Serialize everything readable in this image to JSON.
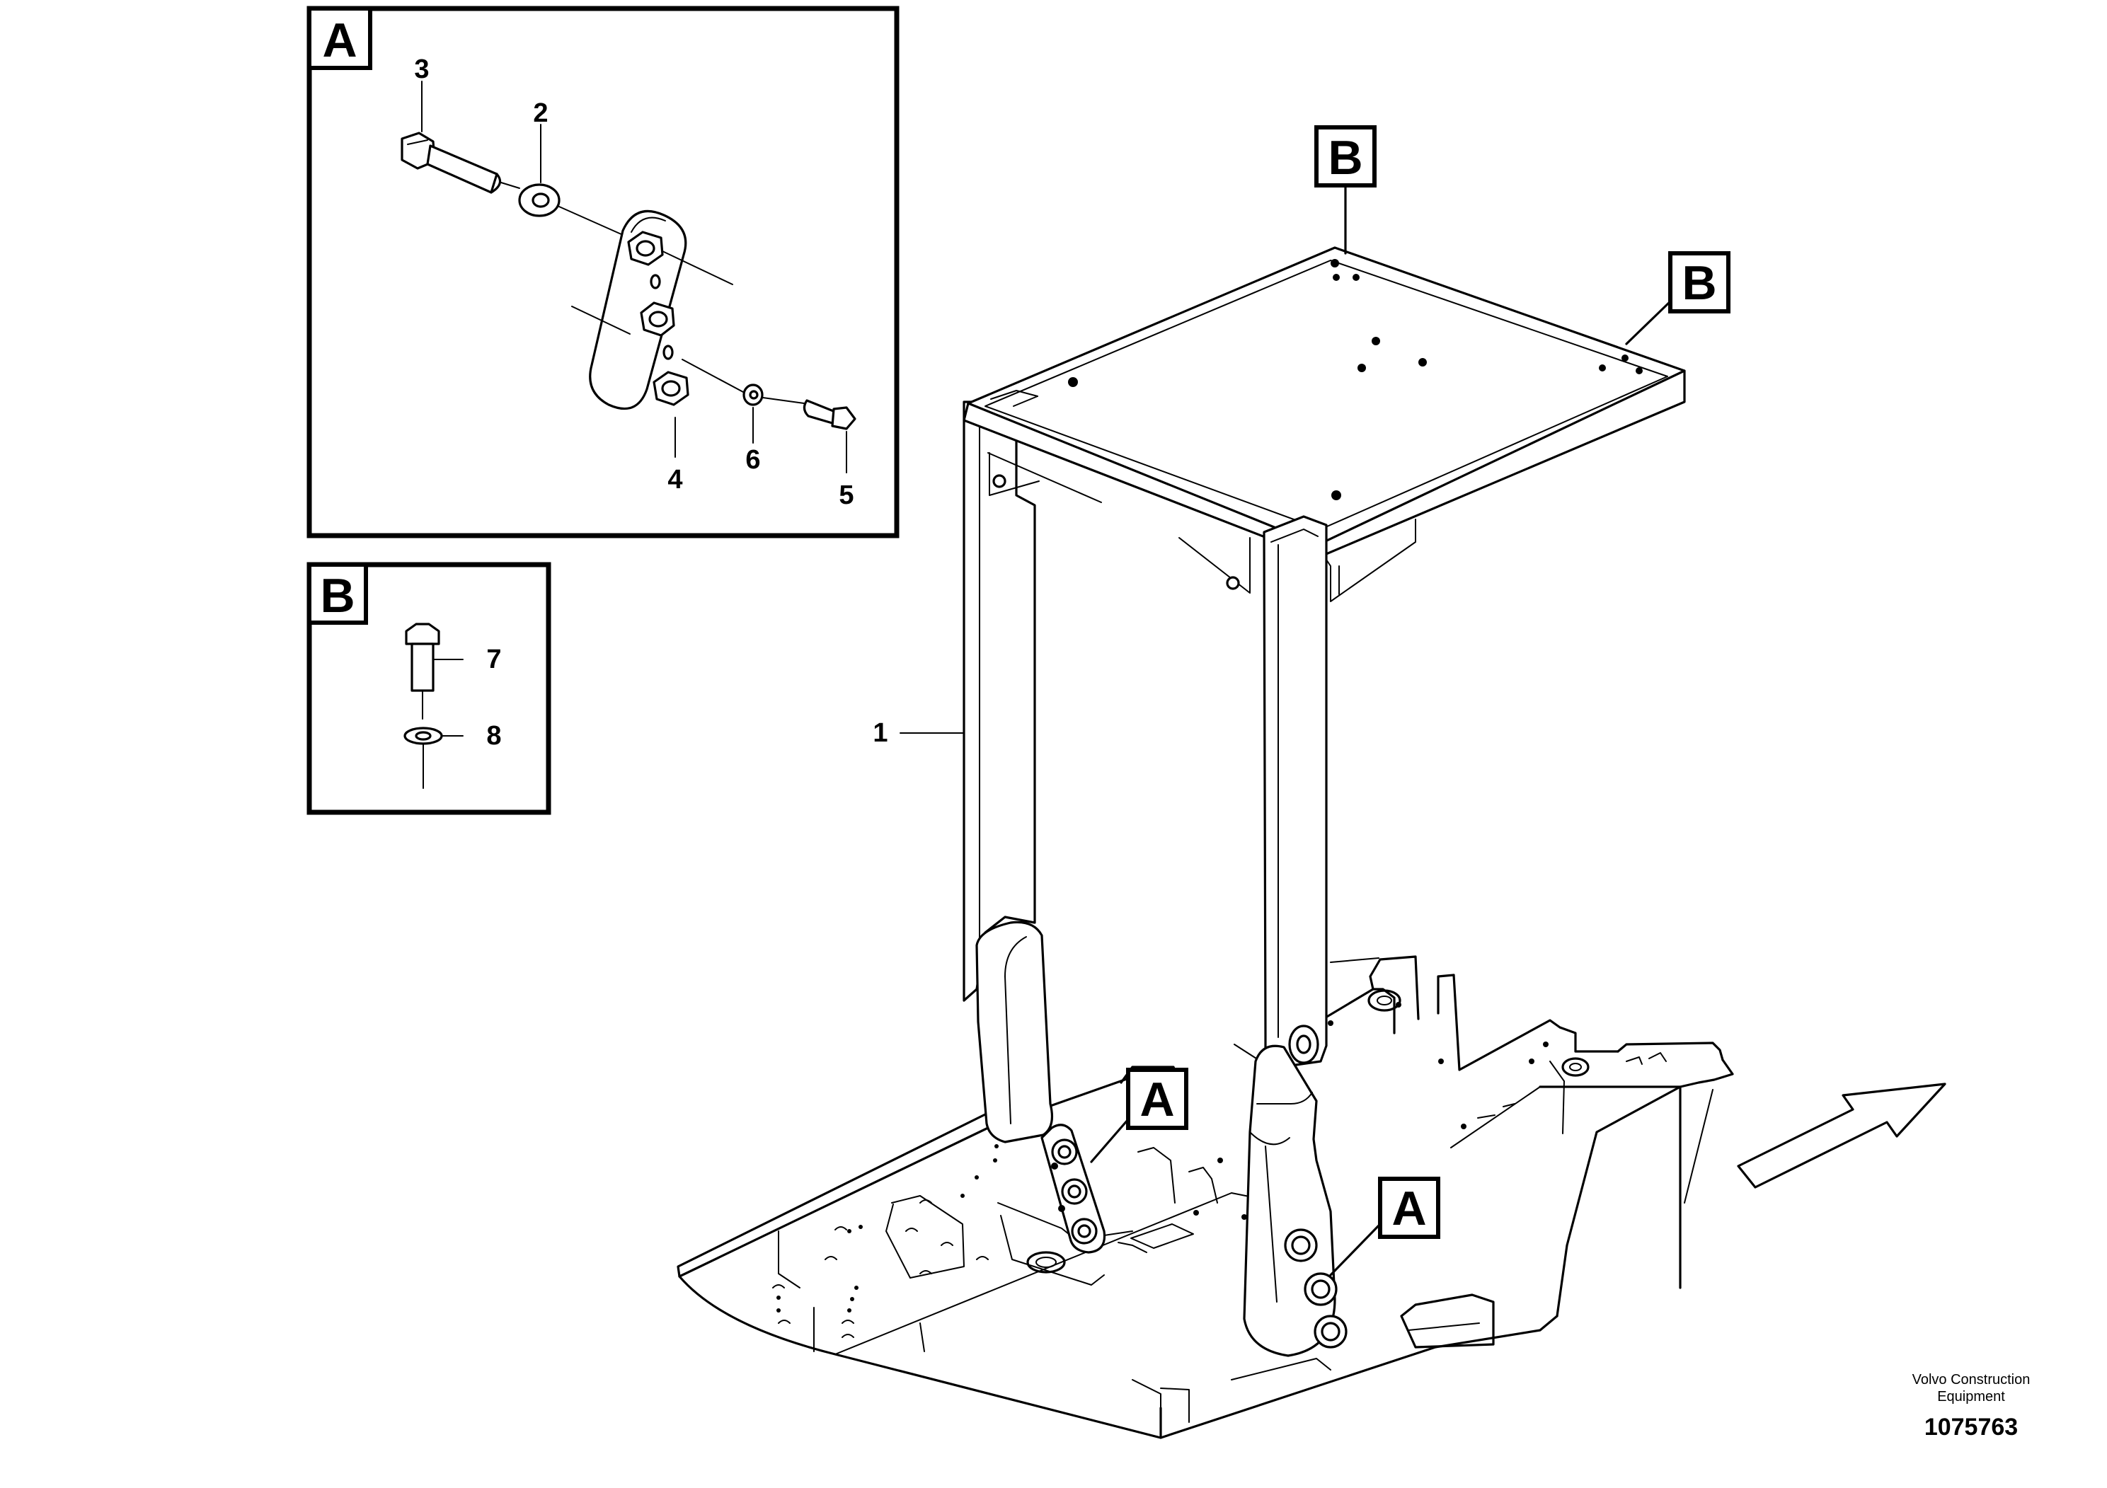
{
  "detail_a": {
    "letter": "A",
    "items": [
      "3",
      "2",
      "4",
      "6",
      "5"
    ]
  },
  "detail_b": {
    "letter": "B",
    "items": [
      "7",
      "8"
    ]
  },
  "main_view": {
    "item_1": "1",
    "callout_b_left": "B",
    "callout_b_right": "B",
    "callout_a_left": "A",
    "callout_a_right": "A"
  },
  "credit": {
    "line1": "Volvo Construction",
    "line2": "Equipment"
  },
  "document_number": "1075763",
  "icons": [
    "direction-arrow-icon"
  ]
}
